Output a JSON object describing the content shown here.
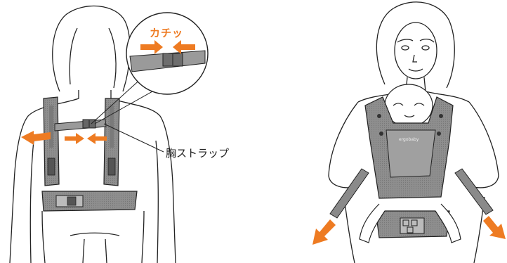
{
  "callout": {
    "label": "カチッ"
  },
  "annotation": {
    "chest_strap_label": "胸ストラップ"
  },
  "carrier_brand": "ergobaby",
  "colors": {
    "accent_arrow": "#ee7b22",
    "strap_gray": "#9a9a9a",
    "strap_dark": "#6e6e6e",
    "outline": "#222222"
  }
}
